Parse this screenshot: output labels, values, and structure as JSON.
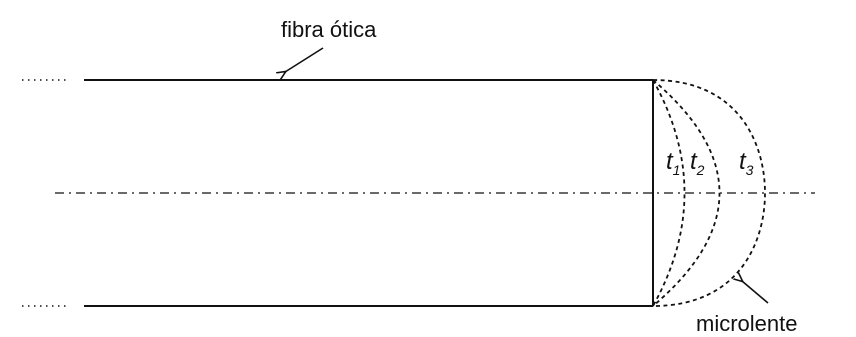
{
  "labels": {
    "fiber": "fibra ótica",
    "microlens": "microlente"
  },
  "times": [
    {
      "var": "t",
      "sub": "1"
    },
    {
      "var": "t",
      "sub": "2"
    },
    {
      "var": "t",
      "sub": "3"
    }
  ],
  "colors": {
    "line": "#111111",
    "background": "#ffffff"
  }
}
